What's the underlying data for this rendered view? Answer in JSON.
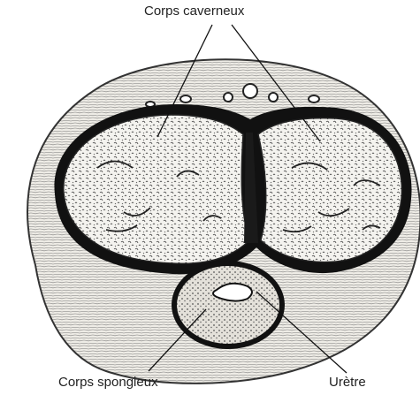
{
  "labels": {
    "corps_caverneux": "Corps caverneux",
    "corps_spongieux": "Corps spongieux",
    "uretre": "Urètre"
  },
  "colors": {
    "ink": "#1a1a1a",
    "tissue_light": "#e9e7e2",
    "tunica": "#222222",
    "background": "#ffffff"
  }
}
